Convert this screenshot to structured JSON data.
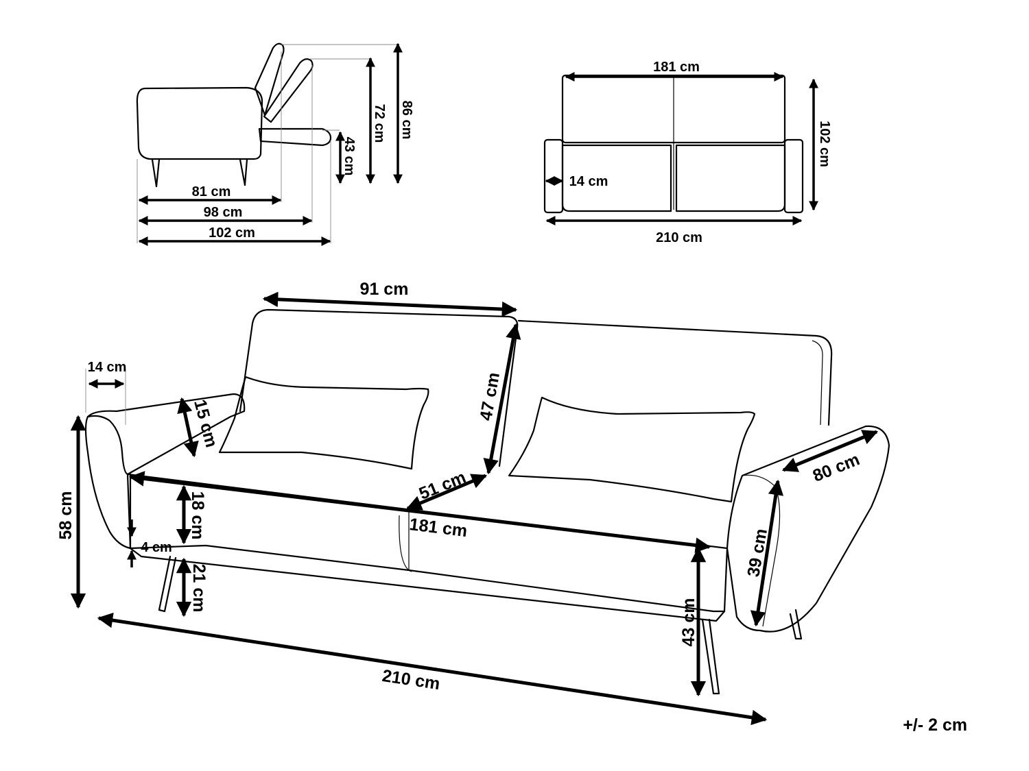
{
  "side_view": {
    "depth_81": "81 cm",
    "depth_98": "98 cm",
    "depth_102": "102 cm",
    "height_43": "43 cm",
    "height_72": "72 cm",
    "height_86": "86 cm"
  },
  "top_view": {
    "inner_width": "181 cm",
    "depth": "102 cm",
    "armrest_width": "14 cm",
    "total_width": "210 cm"
  },
  "front_view": {
    "backrest_width": "91 cm",
    "armrest_width": "14 cm",
    "armrest_height": "15 cm",
    "backrest_height": "47 cm",
    "total_height": "58 cm",
    "seat_depth": "51 cm",
    "seat_thickness": "18 cm",
    "seat_width": "181 cm",
    "base_gap": "4 cm",
    "leg_height": "21 cm",
    "arm_depth": "80 cm",
    "arm_height": "39 cm",
    "seat_height": "43 cm",
    "total_width": "210 cm"
  },
  "tolerance": "+/- 2 cm"
}
